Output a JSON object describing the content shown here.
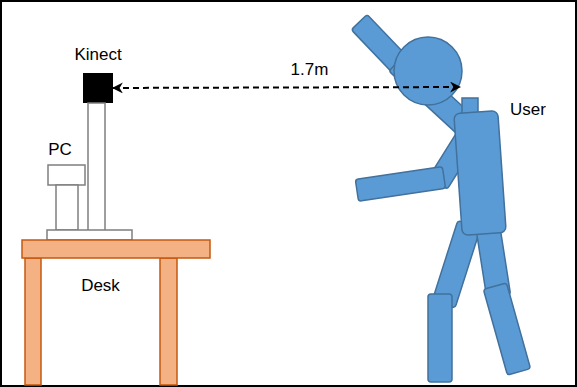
{
  "diagram": {
    "nodes": [
      {
        "text": [
          "Kinect"
        ]
      },
      {
        "text": [
          "PC"
        ]
      },
      {
        "text": [
          "Desk"
        ]
      },
      {
        "text": [
          "User"
        ]
      }
    ],
    "edges": [
      {
        "from": 0,
        "to": 3,
        "arrow": "both",
        "label": "1.7m"
      }
    ]
  }
}
